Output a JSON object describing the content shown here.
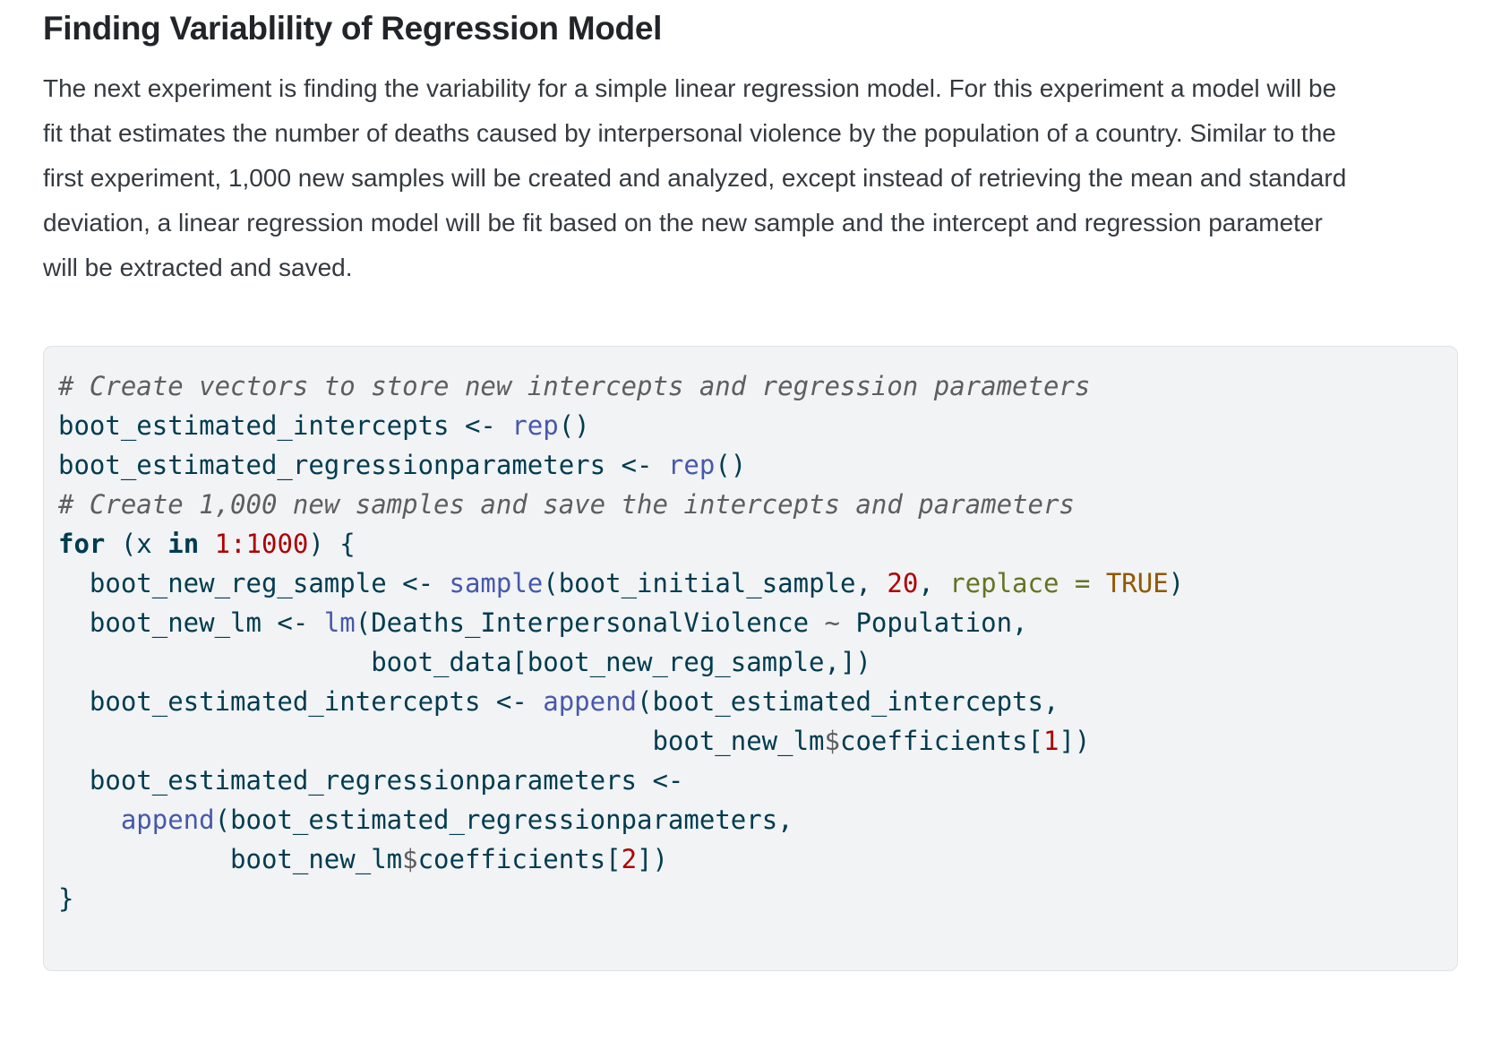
{
  "page": {
    "heading": "Finding Variablility of Regression Model",
    "paragraph": "The next experiment is finding the variability for a simple linear regression model. For this experiment a model will be fit that estimates the number of deaths caused by interpersonal violence by the population of a country. Similar to the first experiment, 1,000 new samples will be created and analyzed, except instead of retrieving the mean and standard deviation, a linear regression model will be fit based on the new sample and the intercept and regression parameter will be extracted and saved."
  },
  "code_block": {
    "language": "R",
    "lines": [
      [
        {
          "c": "co",
          "t": "# Create vectors to store new intercepts and regression parameters"
        }
      ],
      [
        {
          "c": "",
          "t": "boot_estimated_intercepts <- "
        },
        {
          "c": "fu",
          "t": "rep"
        },
        {
          "c": "",
          "t": "()"
        }
      ],
      [
        {
          "c": "",
          "t": "boot_estimated_regressionparameters <- "
        },
        {
          "c": "fu",
          "t": "rep"
        },
        {
          "c": "",
          "t": "()"
        }
      ],
      [
        {
          "c": "co",
          "t": "# Create 1,000 new samples and save the intercepts and parameters"
        }
      ],
      [
        {
          "c": "kw",
          "t": "for"
        },
        {
          "c": "",
          "t": " (x "
        },
        {
          "c": "kw",
          "t": "in"
        },
        {
          "c": "",
          "t": " "
        },
        {
          "c": "dv",
          "t": "1:1000"
        },
        {
          "c": "",
          "t": ") {"
        }
      ],
      [
        {
          "c": "",
          "t": "  boot_new_reg_sample <- "
        },
        {
          "c": "fu",
          "t": "sample"
        },
        {
          "c": "",
          "t": "(boot_initial_sample, "
        },
        {
          "c": "dv",
          "t": "20"
        },
        {
          "c": "",
          "t": ", "
        },
        {
          "c": "at",
          "t": "replace ="
        },
        {
          "c": "",
          "t": " "
        },
        {
          "c": "cn",
          "t": "TRUE"
        },
        {
          "c": "",
          "t": ")"
        }
      ],
      [
        {
          "c": "",
          "t": "  boot_new_lm <- "
        },
        {
          "c": "fu",
          "t": "lm"
        },
        {
          "c": "",
          "t": "(Deaths_InterpersonalViolence "
        },
        {
          "c": "op",
          "t": "~"
        },
        {
          "c": "",
          "t": " Population,"
        }
      ],
      [
        {
          "c": "",
          "t": "                    boot_data[boot_new_reg_sample,])"
        }
      ],
      [
        {
          "c": "",
          "t": "  boot_estimated_intercepts <- "
        },
        {
          "c": "fu",
          "t": "append"
        },
        {
          "c": "",
          "t": "(boot_estimated_intercepts,"
        }
      ],
      [
        {
          "c": "",
          "t": "                                      boot_new_lm"
        },
        {
          "c": "op",
          "t": "$"
        },
        {
          "c": "",
          "t": "coefficients["
        },
        {
          "c": "dv",
          "t": "1"
        },
        {
          "c": "",
          "t": "])"
        }
      ],
      [
        {
          "c": "",
          "t": "  boot_estimated_regressionparameters <-"
        }
      ],
      [
        {
          "c": "",
          "t": "    "
        },
        {
          "c": "fu",
          "t": "append"
        },
        {
          "c": "",
          "t": "(boot_estimated_regressionparameters,"
        }
      ],
      [
        {
          "c": "",
          "t": "           boot_new_lm"
        },
        {
          "c": "op",
          "t": "$"
        },
        {
          "c": "",
          "t": "coefficients["
        },
        {
          "c": "dv",
          "t": "2"
        },
        {
          "c": "",
          "t": "])"
        }
      ],
      [
        {
          "c": "",
          "t": "}"
        }
      ]
    ]
  },
  "colors": {
    "page-bg": "#ffffff",
    "heading-text": "#212529",
    "body-text": "#343a40",
    "code-bg": "#f1f3f5",
    "code-border": "#dfe3e6",
    "code-base": "#003B4F",
    "code-comment": "#5E5E5E",
    "code-function": "#4758AB",
    "code-keyword": "#003B4F",
    "code-number": "#AD0000",
    "code-attribute": "#657422",
    "code-constant": "#8f5902",
    "code-operator": "#5E5E5E"
  }
}
